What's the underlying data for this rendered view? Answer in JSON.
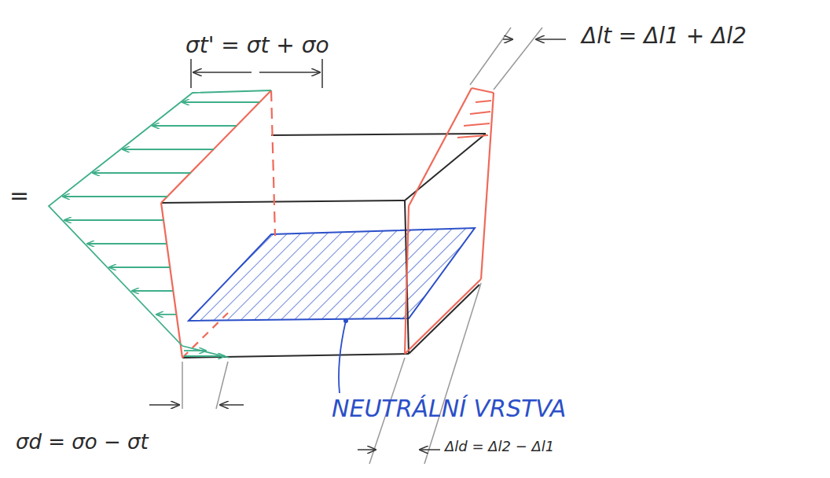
{
  "diagram": {
    "labels": [
      "σt' = σt + σo",
      "Δlt = Δl1 + Δl2",
      "=",
      "NEUTRÁLNÍ VRSTVA",
      "σd = σo − σt",
      "Δld = Δl2 − Δl1"
    ]
  }
}
